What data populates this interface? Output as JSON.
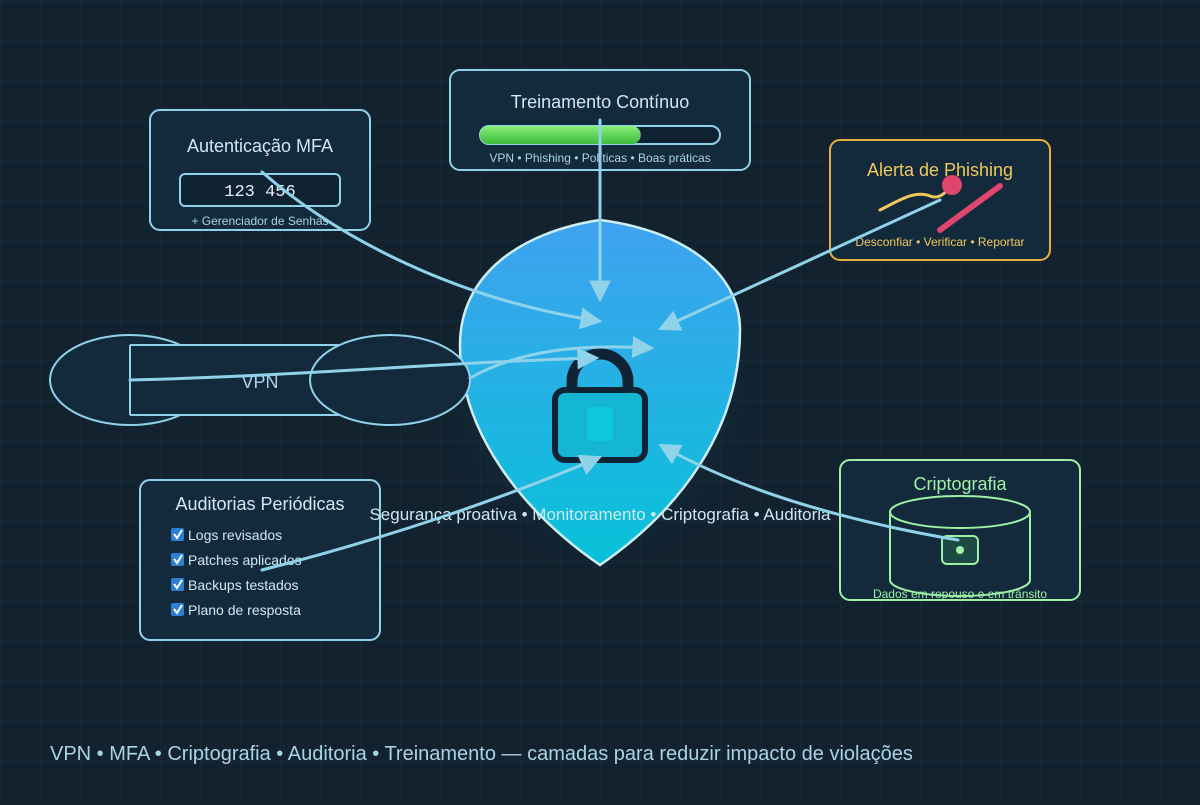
{
  "colors": {
    "background": "#12222f",
    "grid": "#1b3040",
    "card_fill": "#132a3c",
    "card_stroke": "#8fd3ea",
    "arrow": "#8fd3ea",
    "shield_top": "#3fa2f0",
    "shield_bottom": "#08c2d8",
    "lock": "#0e2435",
    "lock_shackle_fill": "#14b6d3",
    "progress_green": "#5ad64a",
    "phishing_stroke": "#e6ae3a",
    "phishing_text": "#f2c75b",
    "phishing_red": "#e0456e",
    "crypto_stroke": "#9df0a6",
    "text_light": "#cde9f4",
    "text_caption": "#a9d4e6"
  },
  "mfa": {
    "title": "Autenticação MFA",
    "code": "123 456",
    "caption": "+ Gerenciador de Senhas"
  },
  "training": {
    "title": "Treinamento Contínuo",
    "progress": 0.67,
    "caption": "VPN • Phishing • Políticas • Boas práticas"
  },
  "phishing": {
    "title": "Alerta de Phishing",
    "caption": "Desconfiar • Verificar • Reportar"
  },
  "vpn": {
    "label": "VPN"
  },
  "audit": {
    "title": "Auditorias Periódicas",
    "items": [
      "Logs revisados",
      "Patches aplicados",
      "Backups testados",
      "Plano de resposta"
    ]
  },
  "crypto": {
    "title": "Criptografia",
    "caption": "Dados em repouso e em trânsito"
  },
  "shield": {
    "caption": "Segurança proativa • Monitoramento • Criptografia • Auditoria"
  },
  "footer": {
    "text": "VPN • MFA • Criptografia • Auditoria • Treinamento — camadas para reduzir impacto de violações"
  }
}
